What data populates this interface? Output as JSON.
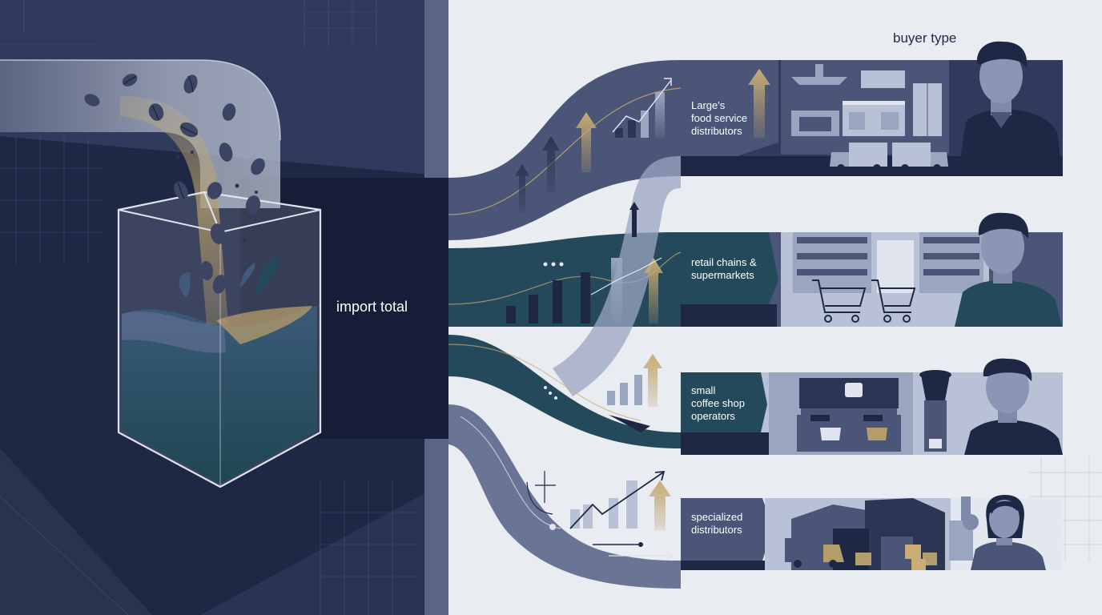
{
  "header": {
    "title": "buyer type"
  },
  "source": {
    "label": "import total"
  },
  "buyers": [
    {
      "lines": [
        "Large's",
        "food service",
        "distributors"
      ]
    },
    {
      "lines": [
        "retail chains &",
        "supermarkets"
      ]
    },
    {
      "lines": [
        "small",
        "coffee shop",
        "operators"
      ]
    },
    {
      "lines": [
        "specialized",
        "distributors"
      ]
    }
  ],
  "colors": {
    "navy": "#1e2744",
    "slate": "#4a5578",
    "teal": "#24495b",
    "steel": "#7f8aa8",
    "gold": "#b59d6b",
    "light_bg": "#e9ecf1"
  },
  "icons": [
    "coffee-bean-icon",
    "growth-arrow-icon",
    "bar-chart-icon",
    "shopping-cart-icon",
    "espresso-machine-icon",
    "warehouse-icon",
    "delivery-truck-icon",
    "person-icon"
  ]
}
